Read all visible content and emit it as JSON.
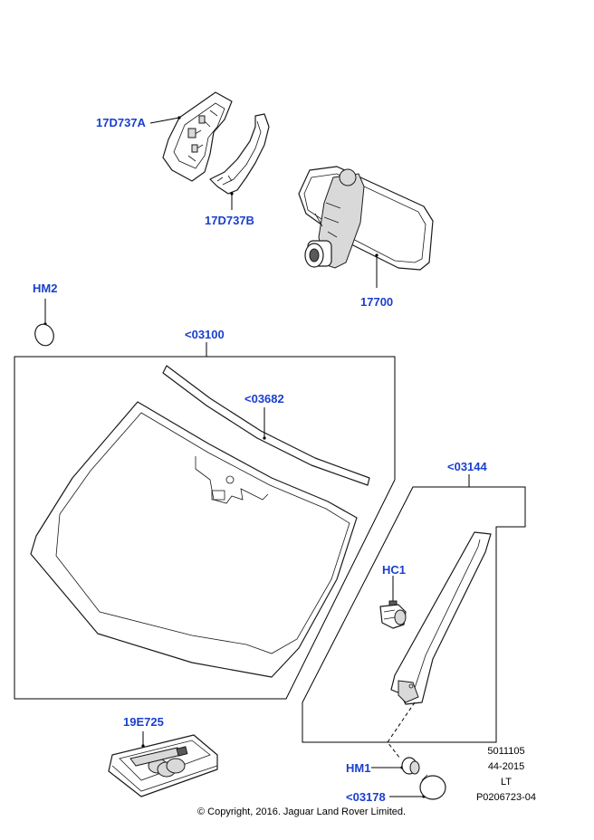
{
  "callouts": {
    "mirror_cover_a": "17D737A",
    "mirror_cover_b": "17D737B",
    "mirror": "17700",
    "hm2": "HM2",
    "windscreen": "<03100",
    "moulding": "<03682",
    "trim_panel": "<03144",
    "hc1": "HC1",
    "kit": "19E725",
    "hm1": "HM1",
    "clip": "<03178"
  },
  "meta": {
    "ref_number": "5011105",
    "date_range": "44-2015",
    "market": "LT",
    "illustration_id": "P0206723-04",
    "copyright": "© Copyright, 2016. Jaguar Land Rover Limited."
  },
  "colors": {
    "callout": "#1a3fcf",
    "line": "#1a1a1a"
  }
}
